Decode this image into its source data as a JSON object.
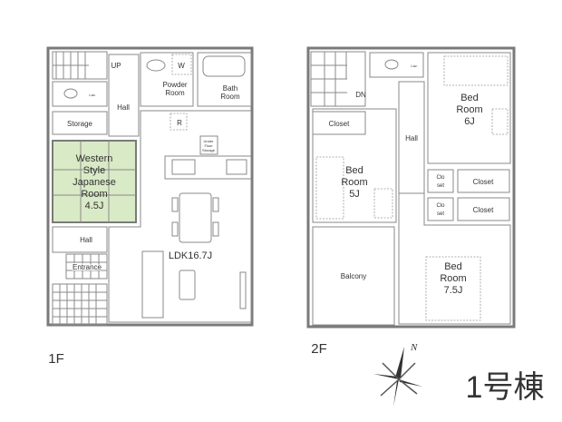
{
  "title": "1号棟",
  "colors": {
    "ldk": "#fbeee0",
    "tatami": "#d9eac6",
    "wet": "#cfe6f3",
    "storage": "#c9cde3",
    "bedroom": "#f7e4ec",
    "balcony": "#e5e5e5",
    "wall": "#7a7a7a"
  },
  "compass": {
    "north_label": "N"
  },
  "floor1": {
    "label": "1F",
    "rooms": {
      "up": "UP",
      "lav": "Lav.",
      "hall_upper": "Hall",
      "storage": "Storage",
      "western_l1": "Western",
      "western_l2": "Style",
      "western_l3": "Japanese",
      "western_l4": "Room",
      "western_l5": "4.5J",
      "powder_l1": "Powder",
      "powder_l2": "Room",
      "washer": "W",
      "bath_l1": "Bath",
      "bath_l2": "Room",
      "fridge": "R",
      "underfloor_l1": "Under",
      "underfloor_l2": "Floor",
      "underfloor_l3": "Storage",
      "hall_lower": "Hall",
      "entrance": "Entrance",
      "ldk": "LDK16.7J"
    }
  },
  "floor2": {
    "label": "2F",
    "rooms": {
      "dn": "DN",
      "lav": "Lav.",
      "hall": "Hall",
      "closet_5j": "Closet",
      "bed5_l1": "Bed",
      "bed5_l2": "Room",
      "bed5_l3": "5J",
      "bed6_l1": "Bed",
      "bed6_l2": "Room",
      "bed6_l3": "6J",
      "closet_a_l1": "Clo",
      "closet_a_l2": "set",
      "closet_b_l1": "Clo",
      "closet_b_l2": "set",
      "closet_r1": "Closet",
      "closet_r2": "Closet",
      "balcony": "Balcony",
      "bed75_l1": "Bed",
      "bed75_l2": "Room",
      "bed75_l3": "7.5J"
    }
  }
}
